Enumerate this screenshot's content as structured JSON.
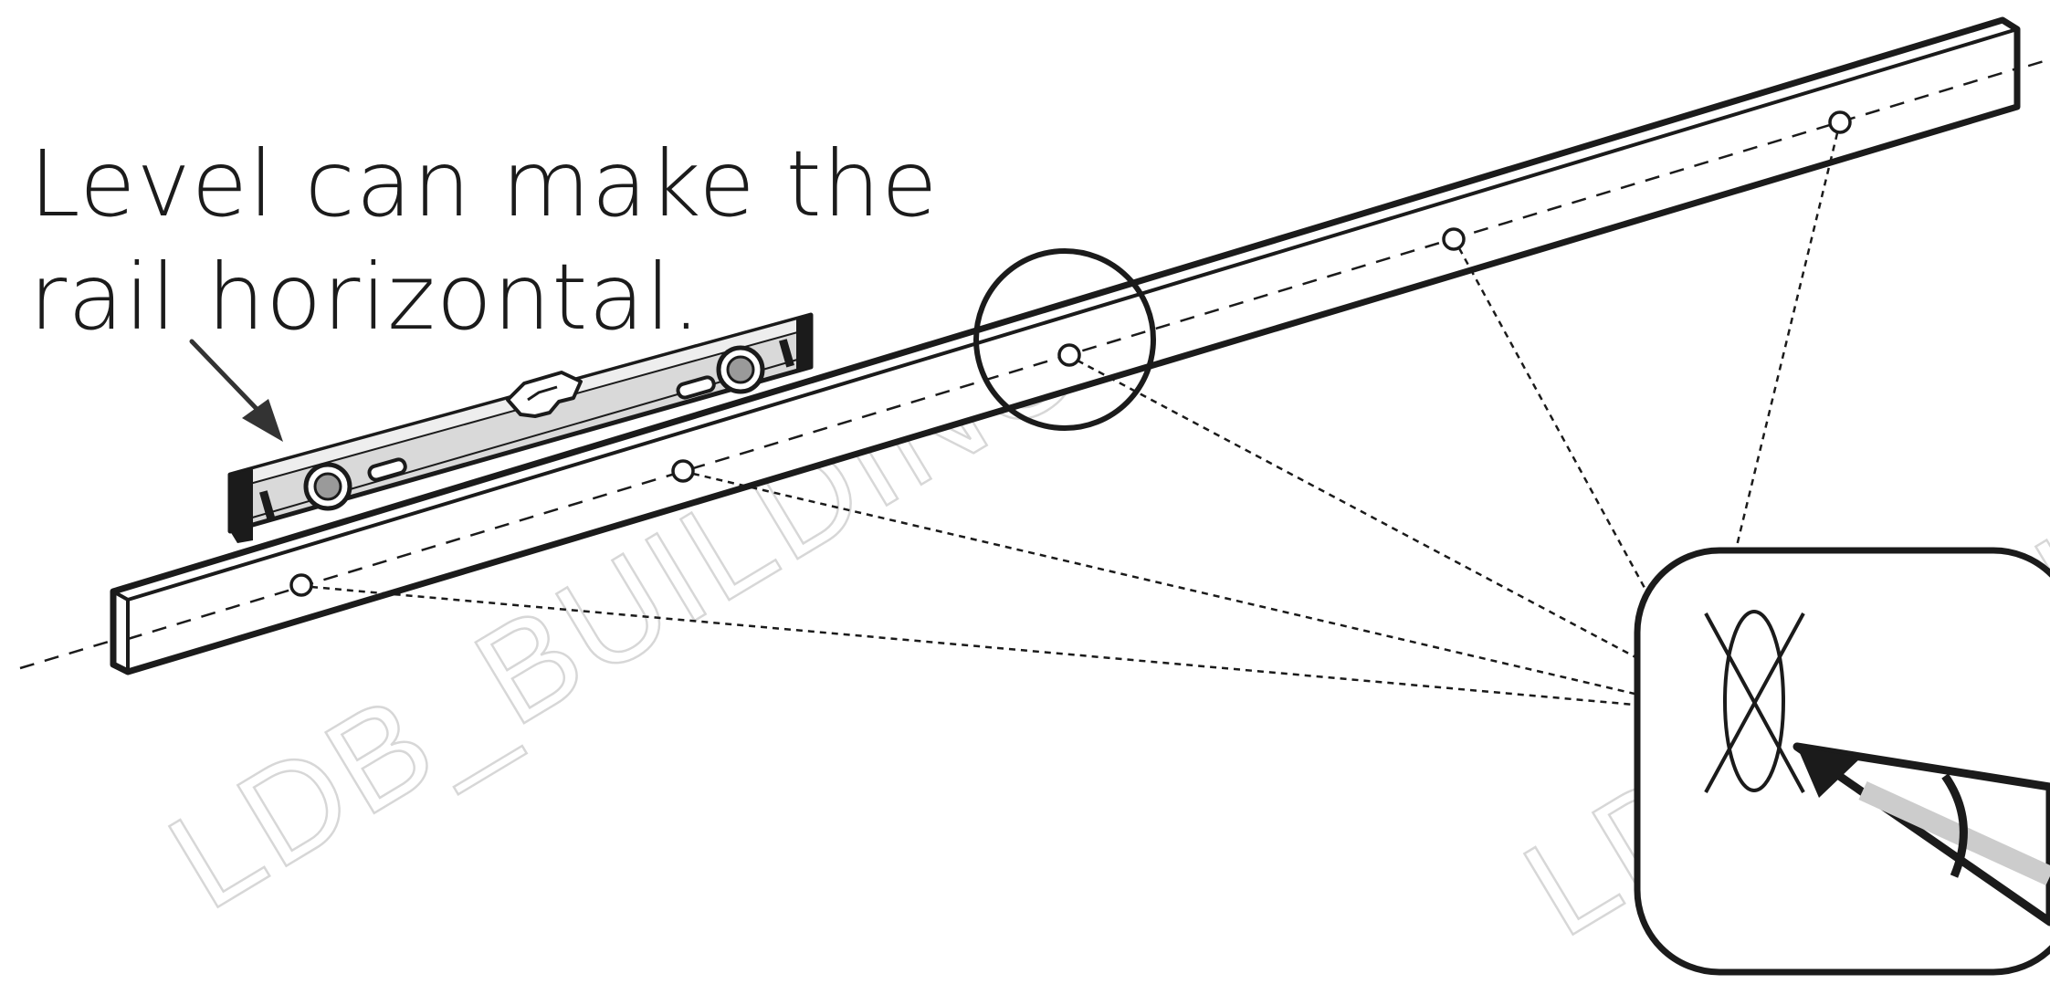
{
  "caption": {
    "line1": "Level can make the",
    "line2": "rail horizontal."
  },
  "watermark": {
    "text": "LDB_BUILDING"
  },
  "icons": {
    "level": "spirit-level-icon",
    "pencil": "pencil-icon",
    "mark": "crossed-ellipse-mark-icon",
    "arrow": "arrow-down-right-icon"
  },
  "colors": {
    "ink": "#1b1b1b",
    "level_body": "#d9d9d9",
    "watermark": "#d7d7d7"
  }
}
